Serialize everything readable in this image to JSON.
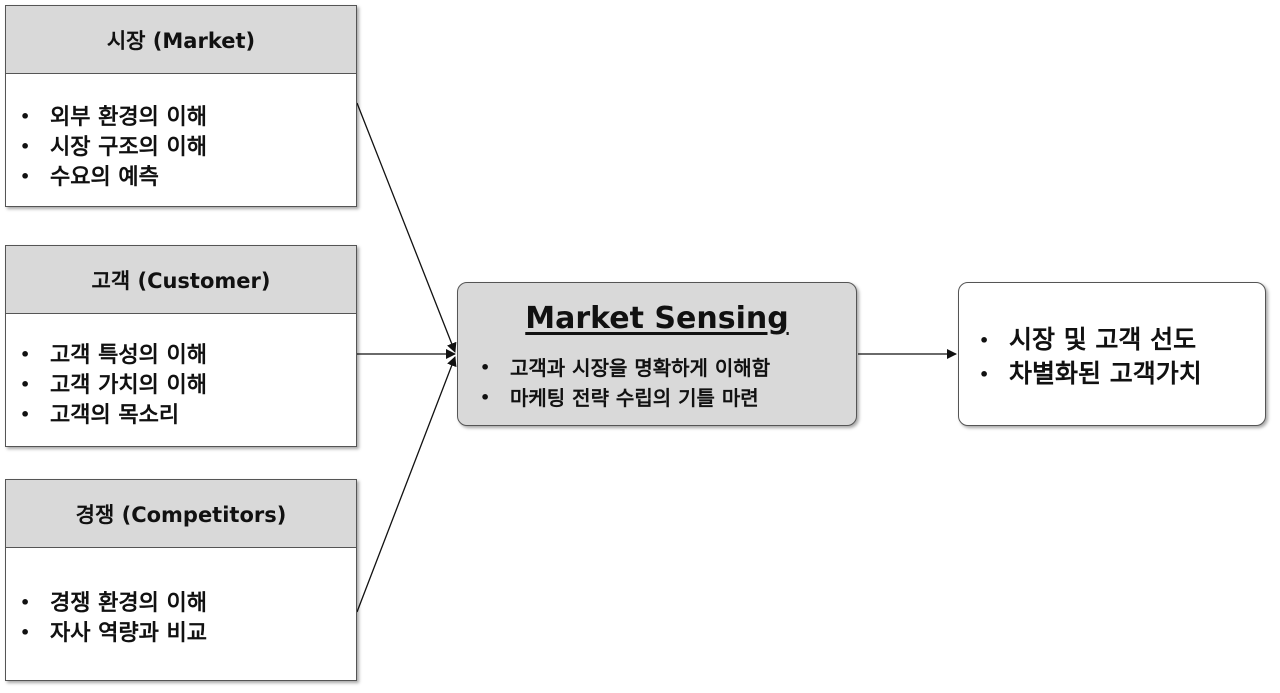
{
  "inputs": [
    {
      "title": "시장 (Market)",
      "items": [
        "외부 환경의 이해",
        "시장 구조의 이해",
        "수요의 예측"
      ]
    },
    {
      "title": "고객 (Customer)",
      "items": [
        "고객 특성의 이해",
        "고객 가치의 이해",
        "고객의 목소리"
      ]
    },
    {
      "title": "경쟁 (Competitors)",
      "items": [
        "경쟁 환경의 이해",
        "자사 역량과 비교"
      ]
    }
  ],
  "center": {
    "title": "Market Sensing",
    "items": [
      "고객과 시장을 명확하게 이해함",
      "마케팅 전략 수립의 기틀 마련"
    ]
  },
  "result": {
    "items": [
      "시장 및 고객 선도",
      "차별화된 고객가치"
    ]
  },
  "colors": {
    "box_header_fill": "#d9d9d9",
    "box_border": "#555555",
    "arrow": "#111111"
  }
}
